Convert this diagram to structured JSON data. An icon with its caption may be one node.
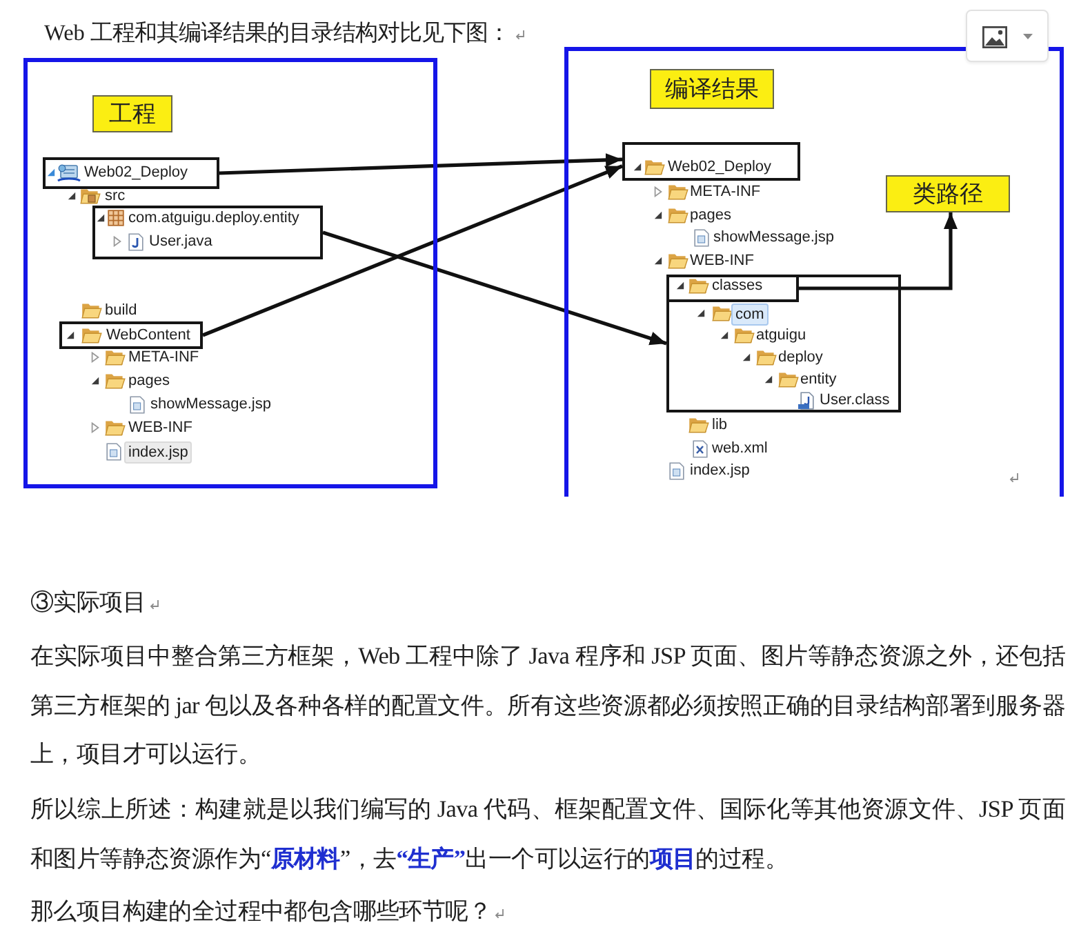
{
  "diagram": {
    "title": "Web 工程和其编译结果的目录结构对比见下图：",
    "nodes": [
      {
        "text": [],
        "shape": "box"
      },
      {
        "text": [
          "工程"
        ],
        "in": 0
      },
      {
        "text": [
          "Web02_Deploy"
        ],
        "in": 0
      },
      {
        "text": [
          "com.atguigu.deploy.entity",
          "User.java"
        ],
        "in": 0
      },
      {
        "text": [
          "WebContent"
        ],
        "in": 0
      },
      {
        "text": [],
        "shape": "box"
      },
      {
        "text": [
          "编译结果"
        ],
        "in": 5
      },
      {
        "text": [
          "Web02_Deploy"
        ],
        "in": 5
      },
      {
        "text": [
          "类路径"
        ],
        "in": 5
      },
      {
        "text": [
          "com",
          "atguigu",
          "deploy",
          "entity",
          "User.class"
        ],
        "in": 5
      },
      {
        "text": [
          "classes"
        ],
        "in": 9
      }
    ],
    "edges": [
      {
        "from": 2,
        "to": 7,
        "arrow": "to"
      },
      {
        "from": 4,
        "to": 7,
        "arrow": "to"
      },
      {
        "from": 3,
        "to": 9,
        "arrow": "to"
      },
      {
        "from": 10,
        "to": 8,
        "arrow": "to"
      }
    ],
    "labels": [
      "src",
      "build",
      "META-INF",
      "pages",
      "showMessage.jsp",
      "WEB-INF",
      "index.jsp",
      "META-INF",
      "pages",
      "showMessage.jsp",
      "WEB-INF",
      "lib",
      "web.xml",
      "index.jsp",
      "③实际项目",
      "在实际项目中整合第三方框架，Web 工程中除了 Java 程序和 JSP 页面、图片等静态资源之外，还包括第三方框架的 jar 包以及各种各样的配置文件。所有这些资源都必须按照正确的目录结构部署到服务器上，项目才可以运行。",
      "所以综上所述：构建就是以我们编写的 Java 代码、框架配置文件、国际化等其他资源文件、JSP 页面和图片等静态资源作为“**原材料**”，去**“生产”**出一个可以运行的**项目**的过程。",
      "那么项目构建的全过程中都包含哪些环节呢？"
    ]
  }
}
